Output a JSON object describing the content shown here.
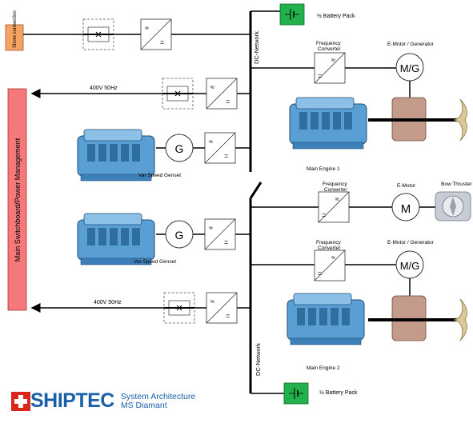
{
  "labels": {
    "shore_connection": "Shore connection",
    "main_switchboard": "Main Switchboard/Power Management",
    "ac_top": "400V 50Hz",
    "ac_bottom": "400V 50Hz",
    "battery_top": "½ Battery Pack",
    "battery_bottom": "½ Battery Pack",
    "dc_top": "DC-Network",
    "dc_bottom": "DC-Network",
    "fc_top_1": "Frequency",
    "fc_top_2": "Converter",
    "fc_mid_1": "Frequency",
    "fc_mid_2": "Converter",
    "fc_bot_1": "Frequency",
    "fc_bot_2": "Converter",
    "emg_top": "E-Motor /  Generator",
    "emg_bot": "E-Motor /  Generator",
    "emotor": "E-Motor",
    "bow_thruster": "Bow Thruster",
    "mg_top": "M/G",
    "mg_bot": "M/G",
    "m_symbol": "M",
    "g_top": "G",
    "g_bot": "G",
    "genset_top": "Var Speed Genset",
    "genset_bot": "Var Speed Genset",
    "engine_1": "Main Engine 1",
    "engine_2": "Main Engine 2",
    "ac_symbol": "≈",
    "dc_symbol": "="
  },
  "branding": {
    "company": "SHIPTEC",
    "line1": "System Architecture",
    "line2": "MS Diamant"
  },
  "colors": {
    "shore": "#f4a460",
    "switchboard": "#f5787a",
    "battery": "#22b14c",
    "brand": "#1a5faa",
    "engine": "#5a9fd4"
  }
}
